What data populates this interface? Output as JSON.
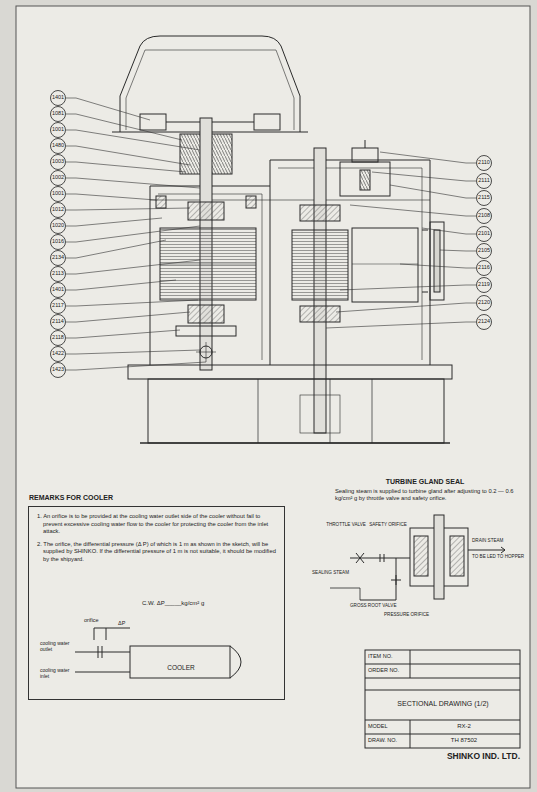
{
  "diagram": {
    "nodes": [
      {
        "text": [
          "1401"
        ]
      },
      {
        "text": [
          "1081"
        ]
      },
      {
        "text": [
          "1001"
        ]
      },
      {
        "text": [
          "1480"
        ]
      },
      {
        "text": [
          "1003"
        ]
      },
      {
        "text": [
          "1002"
        ]
      },
      {
        "text": [
          "1001"
        ]
      },
      {
        "text": [
          "1012"
        ]
      },
      {
        "text": [
          "1020"
        ]
      },
      {
        "text": [
          "1016"
        ]
      },
      {
        "text": [
          "2134"
        ]
      },
      {
        "text": [
          "2113"
        ]
      },
      {
        "text": [
          "1401"
        ]
      },
      {
        "text": [
          "2117"
        ]
      },
      {
        "text": [
          "2114"
        ]
      },
      {
        "text": [
          "2118"
        ]
      },
      {
        "text": [
          "1422"
        ]
      },
      {
        "text": [
          "1423"
        ]
      },
      {
        "text": [
          "2110"
        ]
      },
      {
        "text": [
          "2111"
        ]
      },
      {
        "text": [
          "2115"
        ]
      },
      {
        "text": [
          "2108"
        ]
      },
      {
        "text": [
          "2101"
        ]
      },
      {
        "text": [
          "2105"
        ]
      },
      {
        "text": [
          "2116"
        ]
      },
      {
        "text": [
          "2119"
        ]
      },
      {
        "text": [
          "2120"
        ]
      },
      {
        "text": [
          "2124"
        ]
      },
      {
        "text": [
          "REMARKS FOR COOLER",
          "1. An orifice is to be provided at the cooling water outlet side of the cooler without fail to prevent excessive cooling water flow to the cooler for protecting the cooler from the inlet attack.",
          "2. The orifice, the differential pressure (Δ P) of which is 1 m as shown in the sketch, will be supplied by SHINKO. If the differential pressure of 1 m is not suitable, it should be modified by the shipyard."
        ]
      },
      {
        "text": [
          "COOLER"
        ],
        "in": 28
      }
    ],
    "labels": [
      "TURBINE GLAND SEAL",
      "Sealing steam is supplied to turbine gland after adjusting to 0.2 — 0.6 kg/cm² g by throttle valve and safety orifice.",
      "THROTTLE VALVE",
      "SAFETY ORIFICE",
      "SEALING STEAM",
      "DRAIN STEAM",
      "TO BE LED TO HOPPER",
      "GROSS ROOT VALVE",
      "PRESSURE ORIFICE",
      "orifice",
      "ΔP",
      "C.W. ΔP_____kg/cm² g",
      "cooling water outlet",
      "cooling water inlet",
      "ITEM NO.",
      "ORDER NO.",
      "SECTIONAL DRAWING (1/2)",
      "MODEL",
      "RX-2",
      "DRAW. NO.",
      "TH 87502",
      "SHINKO IND. LTD."
    ]
  }
}
